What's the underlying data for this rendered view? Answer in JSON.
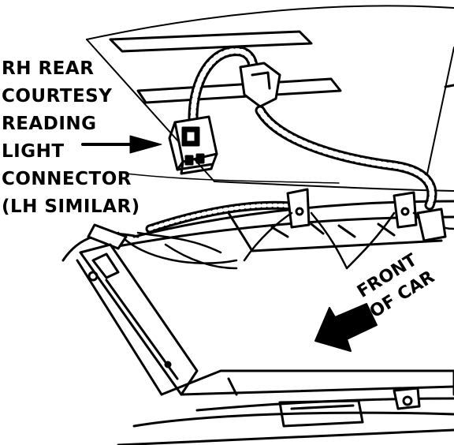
{
  "callout": {
    "lines": [
      "RH REAR",
      "COURTESY",
      "READING",
      "LIGHT",
      "CONNECTOR",
      "(LH SIMILAR)"
    ]
  },
  "direction": {
    "line1": "FRONT",
    "line2": "OF CAR"
  },
  "colors": {
    "ink": "#000000",
    "paper": "#ffffff"
  }
}
